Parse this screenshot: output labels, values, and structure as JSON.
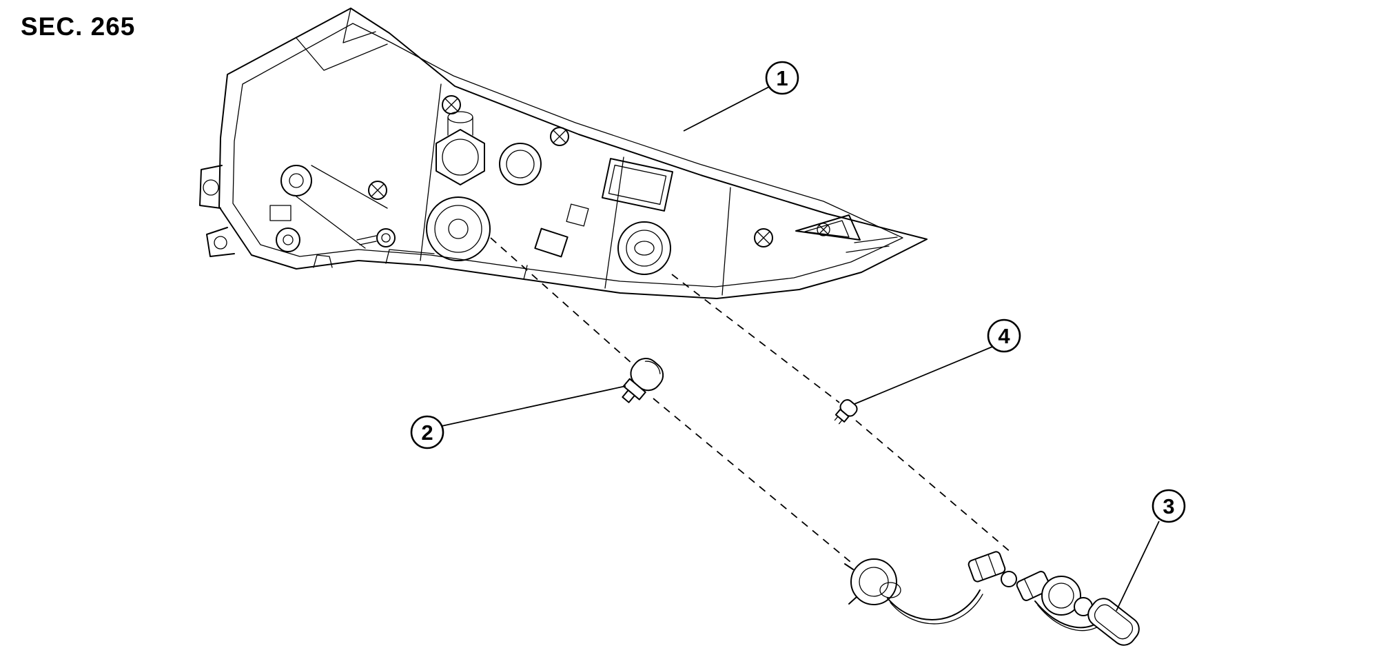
{
  "page": {
    "title": "SEC. 265",
    "background_color": "#ffffff",
    "line_color": "#000000"
  },
  "diagram": {
    "type": "exploded-parts-diagram",
    "description": "Rear combination lamp assembly exploded view with bulb, socket harness and clip",
    "callouts": [
      {
        "id": "1",
        "label": "1"
      },
      {
        "id": "2",
        "label": "2"
      },
      {
        "id": "3",
        "label": "3"
      },
      {
        "id": "4",
        "label": "4"
      }
    ]
  }
}
